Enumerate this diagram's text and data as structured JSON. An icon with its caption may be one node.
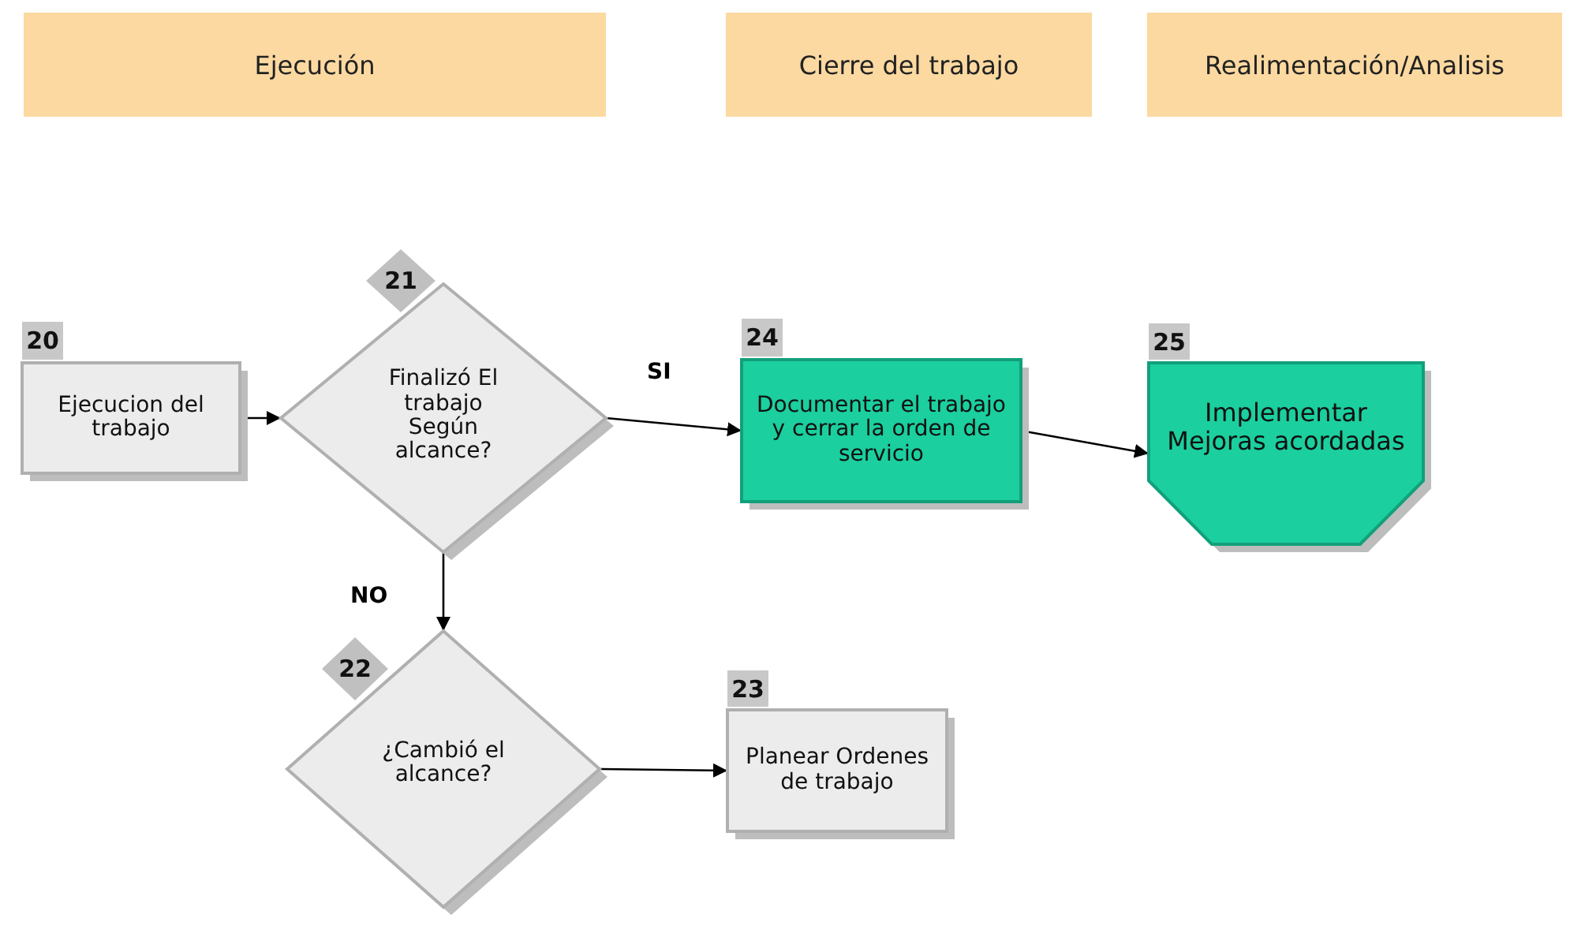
{
  "diagram": {
    "nodes": [
      {
        "text": [
          "Ejecución"
        ]
      },
      {
        "text": [
          "Cierre del trabajo"
        ]
      },
      {
        "text": [
          "Realimentación/Analisis"
        ]
      },
      {
        "text": [
          "20",
          "Ejecucion del trabajo"
        ]
      },
      {
        "text": [
          "21",
          "Finalizó El trabajo Según alcance?"
        ]
      },
      {
        "text": [
          "24",
          "Documentar el trabajo  y cerrar la orden de servicio"
        ]
      },
      {
        "text": [
          "25",
          "Implementar Mejoras acordadas"
        ]
      },
      {
        "text": [
          "22",
          "¿Cambió el alcance?"
        ]
      },
      {
        "text": [
          "23",
          "Planear Ordenes de trabajo"
        ]
      }
    ],
    "edges": [
      {
        "from": 3,
        "to": 4,
        "arrow": "to"
      },
      {
        "from": 4,
        "to": 5,
        "arrow": "to",
        "label": "SI"
      },
      {
        "from": 5,
        "to": 6,
        "arrow": "to"
      },
      {
        "from": 4,
        "to": 7,
        "arrow": "to",
        "label": "NO"
      },
      {
        "from": 7,
        "to": 8,
        "arrow": "to"
      }
    ]
  }
}
